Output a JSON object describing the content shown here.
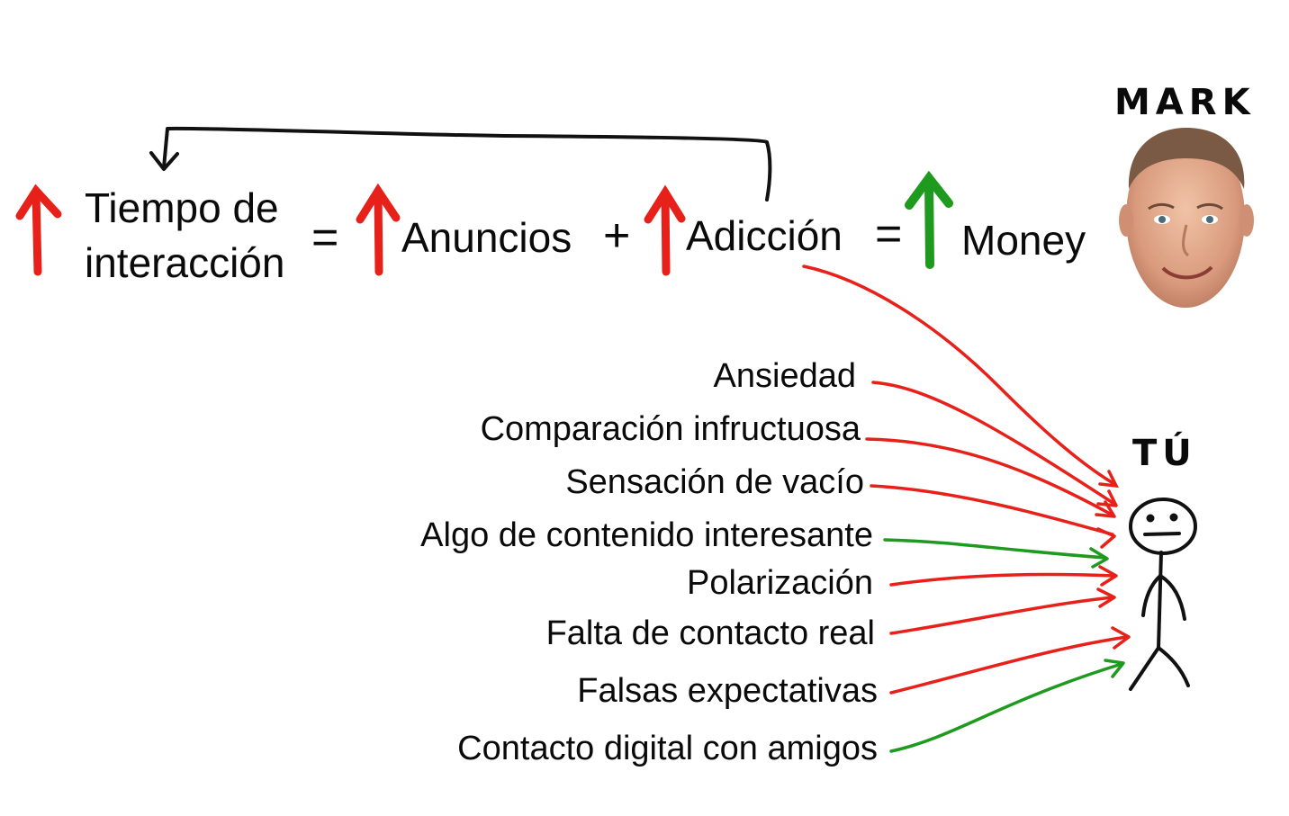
{
  "colors": {
    "up_red": "#e8201a",
    "up_green": "#1e9a1e",
    "ink": "#111111"
  },
  "equation": {
    "term1_line1": "Tiempo de",
    "term1_line2": "interacción",
    "equals1": "=",
    "term2": "Anuncios",
    "plus": "+",
    "term3": "Adicción",
    "equals2": "=",
    "result": "Money"
  },
  "mark_label": "MARK",
  "you_label": "TÚ",
  "effects": [
    {
      "label": "Ansiedad",
      "kind": "negative"
    },
    {
      "label": "Comparación infructuosa",
      "kind": "negative"
    },
    {
      "label": "Sensación de vacío",
      "kind": "negative"
    },
    {
      "label": "Algo de contenido interesante",
      "kind": "positive"
    },
    {
      "label": "Polarización",
      "kind": "negative"
    },
    {
      "label": "Falta de contacto real",
      "kind": "negative"
    },
    {
      "label": "Falsas expectativas",
      "kind": "negative"
    },
    {
      "label": "Contacto digital con amigos",
      "kind": "positive"
    }
  ]
}
